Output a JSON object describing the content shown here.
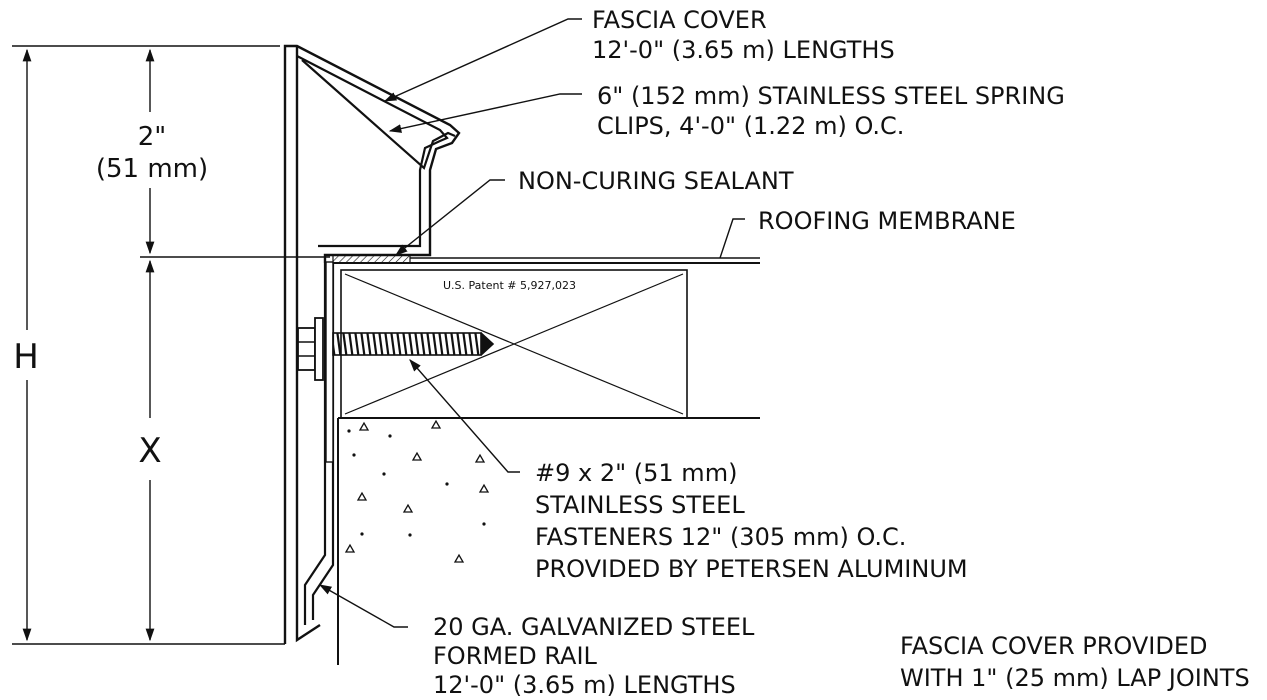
{
  "labels": {
    "fascia_cover_l1": "FASCIA COVER",
    "fascia_cover_l2": "12'-0\" (3.65 m) LENGTHS",
    "clips_l1": "6\" (152 mm) STAINLESS STEEL SPRING",
    "clips_l2": "CLIPS, 4'-0\" (1.22 m) O.C.",
    "sealant": "NON-CURING SEALANT",
    "membrane": "ROOFING MEMBRANE",
    "patent": "U.S. Patent # 5,927,023",
    "fastener_l1": "#9 x 2\" (51 mm)",
    "fastener_l2": "STAINLESS STEEL",
    "fastener_l3": "FASTENERS 12\" (305 mm) O.C.",
    "fastener_l4": "PROVIDED BY PETERSEN ALUMINUM",
    "rail_l1": "20 GA. GALVANIZED STEEL",
    "rail_l2": "FORMED RAIL",
    "rail_l3": "12'-0\" (3.65 m) LENGTHS",
    "note_l1": "FASCIA COVER PROVIDED",
    "note_l2": "WITH 1\" (25 mm) LAP JOINTS"
  },
  "dimensions": {
    "top_l1": "2\"",
    "top_l2": "(51 mm)",
    "h": "H",
    "x": "X"
  }
}
